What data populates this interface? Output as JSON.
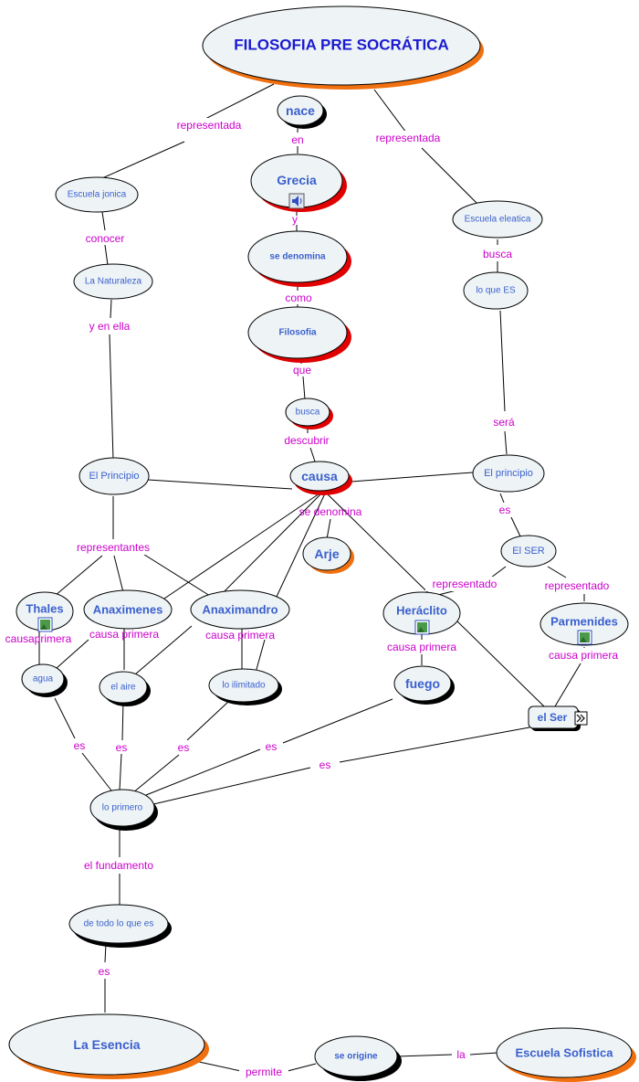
{
  "title": "FILOSOFIA PRE SOCRÁTICA",
  "colors": {
    "node_fill": "#eef4f6",
    "node_text": "#3a5fcd",
    "title_text": "#1a1ad0",
    "link_text": "#cc00cc",
    "shadow_red": "#e00000",
    "shadow_orange": "#f07010",
    "shadow_black": "#000000"
  },
  "nodes": {
    "title": "FILOSOFIA PRE SOCRÁTICA",
    "nace": "nace",
    "grecia": "Grecia",
    "se_denomina": "se denomina",
    "filosofia": "Filosofia",
    "busca": "busca",
    "causa": "causa",
    "arje": "Arje",
    "escuela_jonica": "Escuela jonica",
    "la_naturaleza": "La Naturaleza",
    "el_principio_l": "El Principio",
    "escuela_eleatica": "Escuela eleatica",
    "lo_que_es": "lo que ES",
    "el_principio_r": "El principio",
    "el_ser_upper": "El SER",
    "thales": "Thales",
    "anaximenes": "Anaximenes",
    "anaximandro": "Anaximandro",
    "heraclito": "Heráclito",
    "parmenides": "Parmenides",
    "agua": "agua",
    "el_aire": "el aire",
    "lo_ilimitado": "lo ilimitado",
    "fuego": "fuego",
    "el_ser": "el Ser",
    "lo_primero": "lo primero",
    "de_todo": "de todo lo que es",
    "la_esencia": "La Esencia",
    "se_origine": "se origine",
    "escuela_sofistica": "Escuela Sofistica"
  },
  "links": {
    "representada_l": "representada",
    "representada_r": "representada",
    "en": "en",
    "y": "y",
    "como": "como",
    "que": "que",
    "descubrir": "descubrir",
    "se_denomina": "se denomina",
    "conocer": "conocer",
    "y_en_ella": "y en ella",
    "busca": "busca",
    "sera": "será",
    "es_1": "es",
    "representantes": "representantes",
    "representado_1": "representado",
    "representado_2": "representado",
    "causaprimera": "causaprimera",
    "causa_primera_1": "causa primera",
    "causa_primera_2": "causa primera",
    "causa_primera_3": "causa primera",
    "causa_primera_4": "causa primera",
    "es_a": "es",
    "es_b": "es",
    "es_c": "es",
    "es_d": "es",
    "es_e": "es",
    "el_fundamento": "el fundamento",
    "es_f": "es",
    "permite": "permite",
    "la": "la"
  },
  "icons": {
    "grecia": "speaker-icon",
    "thales": "image-icon",
    "heraclito": "image-icon",
    "parmenides": "image-icon",
    "el_ser": "double-chevron-right-icon"
  }
}
